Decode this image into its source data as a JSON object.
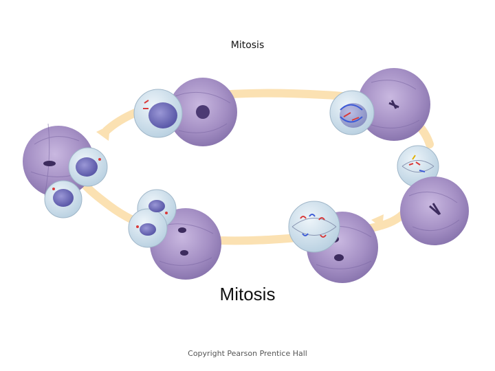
{
  "slide": {
    "title": "Mitosis",
    "caption": "Mitosis",
    "copyright": "Copyright Pearson Prentice Hall"
  },
  "colors": {
    "arrow": "#fbe1b2",
    "micrograph_base": "#a48fc4",
    "micrograph_dark": "#5b4682",
    "cell_fill": "#cfe0ec",
    "nucleus": "#6d6bb6",
    "chromosome_red": "#d93a3a",
    "chromosome_blue": "#3d5bd6",
    "spindle": "#8894b0"
  }
}
